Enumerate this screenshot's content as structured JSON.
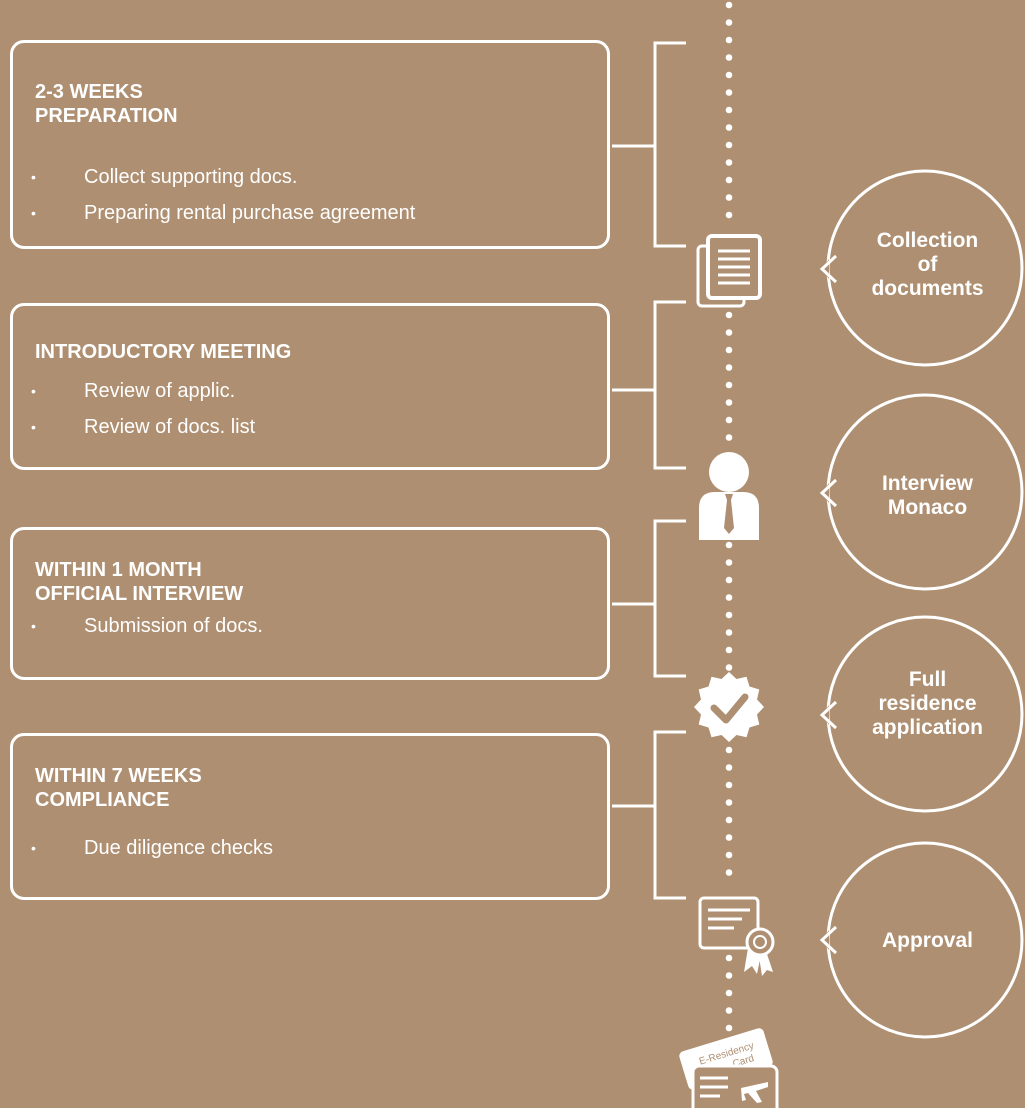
{
  "colors": {
    "background": "#ae8f71",
    "foreground": "#ffffff"
  },
  "steps": [
    {
      "title_lines": [
        "2-3 WEEKS",
        "PREPARATION"
      ],
      "bullets": [
        "Collect supporting docs.",
        "Preparing rental purchase agreement"
      ],
      "icon": "documents-icon"
    },
    {
      "title_lines": [
        "INTRODUCTORY MEETING"
      ],
      "bullets": [
        "Review of applic.",
        "Review of docs. list"
      ],
      "icon": "person-icon"
    },
    {
      "title_lines": [
        "WITHIN 1 MONTH",
        "OFFICIAL INTERVIEW"
      ],
      "bullets": [
        "Submission of docs."
      ],
      "icon": "verified-badge-icon"
    },
    {
      "title_lines": [
        "WITHIN 7 WEEKS",
        "COMPLIANCE"
      ],
      "bullets": [
        "Due diligence checks"
      ],
      "icon": "certificate-icon"
    }
  ],
  "bubbles": [
    {
      "lines": [
        "Collection",
        "of",
        "documents"
      ]
    },
    {
      "lines": [
        "Interview",
        "Monaco"
      ]
    },
    {
      "lines": [
        "Full",
        "residence",
        "application"
      ]
    },
    {
      "lines": [
        "Approval"
      ]
    }
  ],
  "card": {
    "icon": "e-residency-card-icon",
    "lines": [
      "E-Residency",
      "Card"
    ]
  }
}
